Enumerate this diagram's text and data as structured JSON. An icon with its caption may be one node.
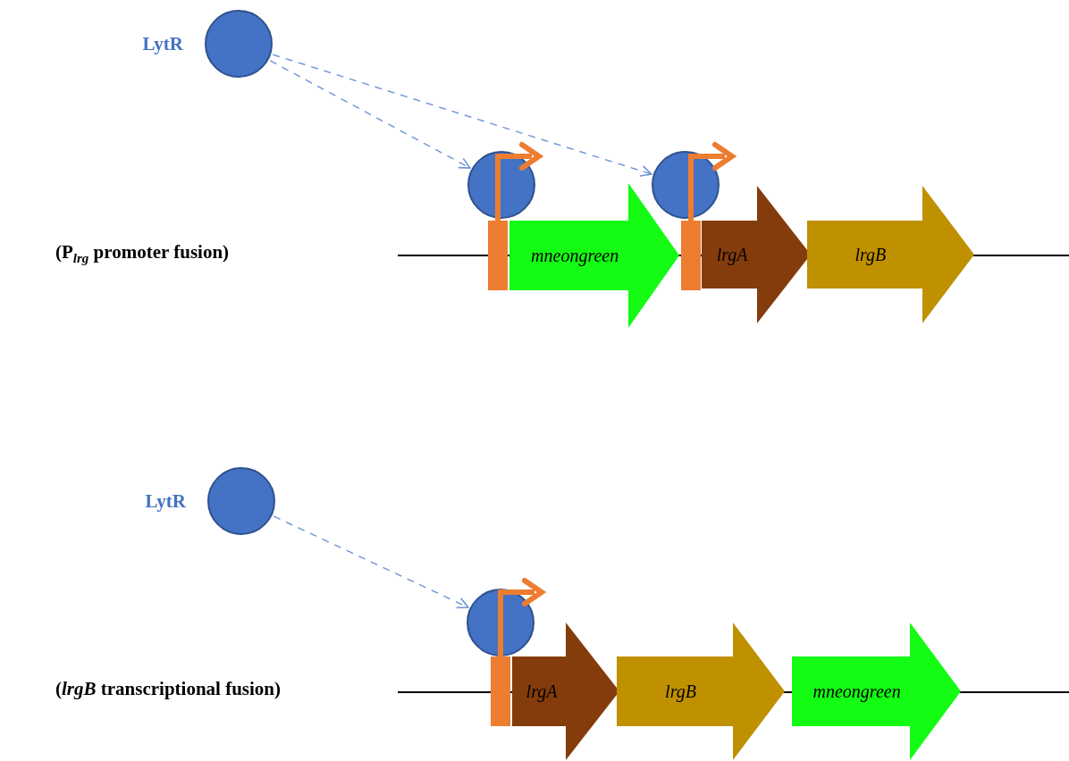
{
  "diagram": {
    "nodes": [
      {
        "text": [],
        "shape": "circle",
        "beside": [
          "LytR"
        ]
      },
      {
        "text": [],
        "shape": "circle"
      },
      {
        "text": [],
        "shape": "circle"
      },
      {
        "text": [
          "mneongreen"
        ]
      },
      {
        "text": [
          "lrgA"
        ]
      },
      {
        "text": [
          "lrgB"
        ]
      },
      {
        "text": [],
        "shape": "circle",
        "beside": [
          "LytR"
        ]
      },
      {
        "text": [],
        "shape": "circle"
      },
      {
        "text": [
          "lrgA"
        ]
      },
      {
        "text": [
          "lrgB"
        ]
      },
      {
        "text": [
          "mneongreen"
        ]
      }
    ],
    "edges": [
      {
        "from": 0,
        "to": 1,
        "arrow": "to",
        "style": "dashed"
      },
      {
        "from": 0,
        "to": 2,
        "arrow": "to",
        "style": "dashed"
      },
      {
        "from": 6,
        "to": 7,
        "arrow": "to",
        "style": "dashed"
      }
    ],
    "labels": [
      "(P$_{lrg}$ promoter  fusion)",
      "(*lrgB* transcriptional  fusion)"
    ]
  }
}
